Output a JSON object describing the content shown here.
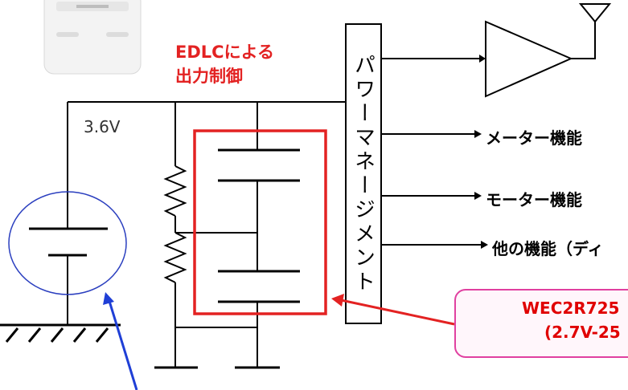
{
  "voltage_label": "3.6V",
  "edlc_label": {
    "line1": "EDLCによる",
    "line2": "出力制御"
  },
  "power_management_label": "パワーマネージメント",
  "functions": [
    "メーター機能",
    "モーター機能",
    "他の機能（ディ"
  ],
  "callout": {
    "part": "WEC2R725",
    "spec": "(2.7V-25"
  },
  "colors": {
    "line": "#000000",
    "highlight_box": "#e32222",
    "battery_circle": "#2b3fbf",
    "pointer_arrow": "#1f3fd6",
    "callout_border": "#e040a0"
  }
}
